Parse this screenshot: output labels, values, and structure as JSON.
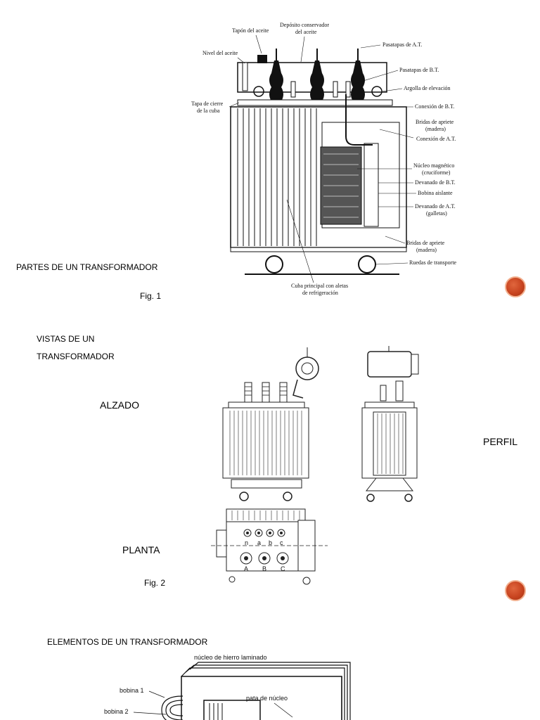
{
  "slide1": {
    "heading": "PARTES DE UN TRANSFORMADOR",
    "caption": "Fig. 1",
    "labels": {
      "tapon": "Tapón del aceite",
      "deposito1": "Depósito conservador",
      "deposito2": "del aceite",
      "pasatapas_at": "Pasatapas de A.T.",
      "nivel": "Nivel del aceite",
      "pasatapas_bt": "Pasatapas de B.T.",
      "argolla": "Argolla de elevación",
      "tapa1": "Tapa de cierre",
      "tapa2": "de la cuba",
      "conexion_bt": "Conexión de B.T.",
      "bridas1a": "Bridas de apriete",
      "bridas1b": "(madera)",
      "conexion_at": "Conexión de A.T.",
      "nucleo1": "Núcleo magnético",
      "nucleo2": "(cruciforme)",
      "devanado_bt": "Devanado de B.T.",
      "bobina": "Bobina aislante",
      "devanado_at1": "Devanado de A.T.",
      "devanado_at2": "(galletas)",
      "bridas2a": "Bridas de apriete",
      "bridas2b": "(madera)",
      "ruedas": "Ruedas de transporte",
      "cuba1": "Cuba principal con aletas",
      "cuba2": "de refrigeración"
    }
  },
  "slide2": {
    "heading_line1": "VISTAS DE UN",
    "heading_line2": "TRANSFORMADOR",
    "alzado": "ALZADO",
    "perfil": "PERFIL",
    "planta": "PLANTA",
    "caption": "Fig. 2",
    "plan_letters": [
      "n",
      "a",
      "b",
      "c",
      "A",
      "B",
      "C"
    ]
  },
  "slide3": {
    "heading": "ELEMENTOS DE UN TRANSFORMADOR",
    "labels": {
      "nucleo": "núcleo de hierro laminado",
      "bobina1": "bobina 1",
      "bobina2": "bobina 2",
      "pata": "pata de núcleo"
    }
  },
  "colors": {
    "accent_dot": "#c84420"
  }
}
